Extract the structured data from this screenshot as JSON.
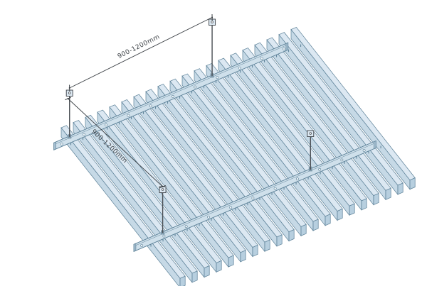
{
  "diagram": {
    "type": "isometric-suspended-baffle-ceiling-system",
    "dimension_labels": {
      "hanger_spacing": "900-1200mm",
      "carrier_spacing": "900-1200mm"
    },
    "components": {
      "baffle_count": 20,
      "carrier_count": 2,
      "hanger_count": 4
    },
    "colors": {
      "baffle_top": "#dce8f2",
      "baffle_side": "#c6d9e6",
      "baffle_end": "#b7cfdf",
      "carrier_fill": "#cfe0eb",
      "carrier_end": "#a9c3d4",
      "outline": "#5a7f96",
      "rod": "#4a4f54",
      "dimension": "#3a3f44",
      "background": "#ffffff"
    }
  }
}
